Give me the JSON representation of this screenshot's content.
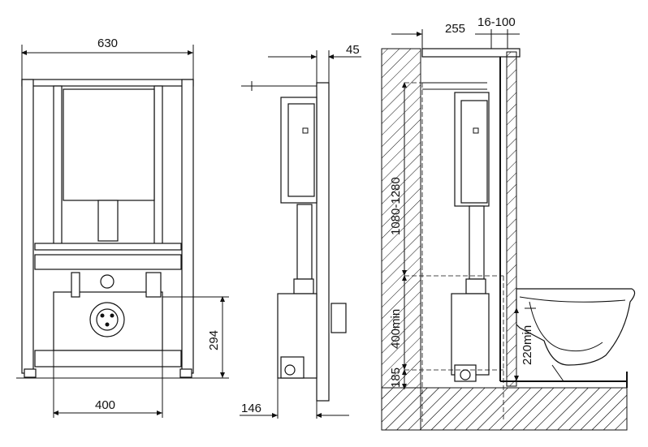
{
  "drawing": {
    "front": {
      "width_label": "630",
      "inner_width_label": "400",
      "height_label": "294"
    },
    "side": {
      "depth_top_label": "45",
      "depth_bottom_label": "146"
    },
    "section": {
      "top_offset_label": "255",
      "wall_gap_label": "16-100",
      "height_range_label": "1080-1280",
      "min_height_label": "400min",
      "floor_label": "185",
      "side_min_label": "220min"
    }
  }
}
